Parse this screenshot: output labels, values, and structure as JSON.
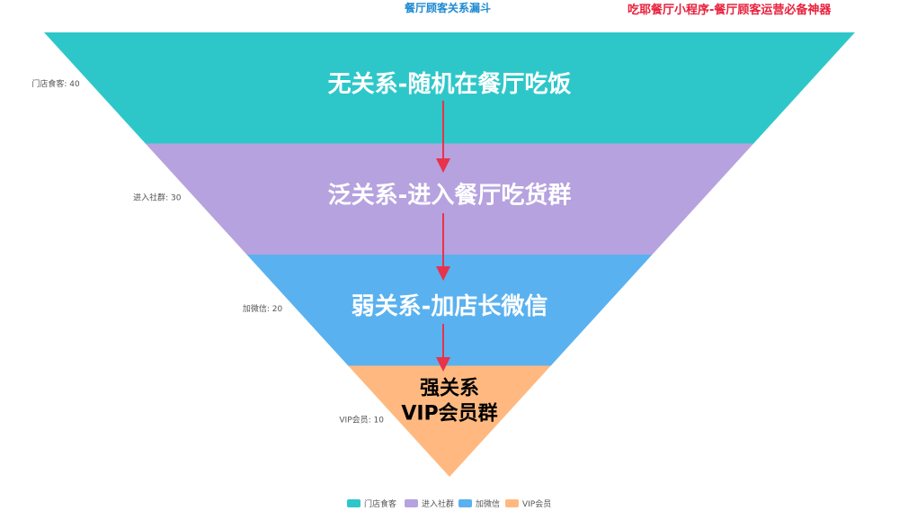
{
  "chart_data": {
    "type": "funnel",
    "title": "餐厅顾客关系漏斗",
    "subtitle": "吃耶餐厅小程序-餐厅顾客运营必备神器",
    "sort": "descending",
    "max": 40,
    "legend_position": "bottom",
    "series": [
      {
        "name": "门店食客",
        "value": 40,
        "label": "门店食客: 40",
        "inner": [
          "无关系-随机在餐厅吃饭"
        ],
        "color": "#2ec7c9",
        "text_color": "#ffffff"
      },
      {
        "name": "进入社群",
        "value": 30,
        "label": "进入社群: 30",
        "inner": [
          "泛关系-进入餐厅吃货群"
        ],
        "color": "#b6a2de",
        "text_color": "#ffffff"
      },
      {
        "name": "加微信",
        "value": 20,
        "label": "加微信: 20",
        "inner": [
          "弱关系-加店长微信"
        ],
        "color": "#5ab1ef",
        "text_color": "#ffffff"
      },
      {
        "name": "VIP会员",
        "value": 10,
        "label": "VIP会员: 10",
        "inner": [
          "强关系",
          "VIP会员群"
        ],
        "color": "#ffb980",
        "text_color": "#000000"
      }
    ],
    "arrow_color": "#e8334a"
  }
}
